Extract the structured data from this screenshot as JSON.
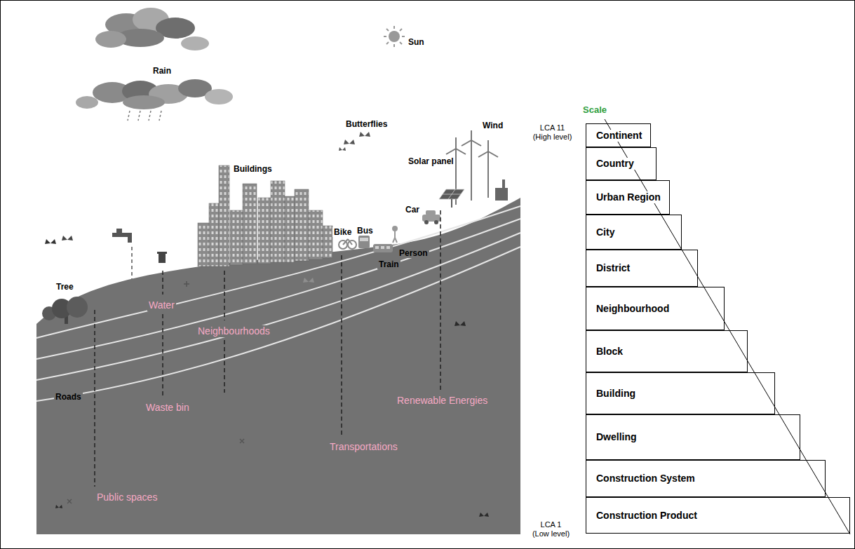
{
  "diagram": {
    "nodes": [
      {
        "text": [
          "Continent"
        ]
      },
      {
        "text": [
          "Country"
        ]
      },
      {
        "text": [
          "Urban Region"
        ]
      },
      {
        "text": [
          "City"
        ]
      },
      {
        "text": [
          "District"
        ]
      },
      {
        "text": [
          "Neighbourhood"
        ]
      },
      {
        "text": [
          "Block"
        ]
      },
      {
        "text": [
          "Building"
        ]
      },
      {
        "text": [
          "Dwelling"
        ]
      },
      {
        "text": [
          "Construction System"
        ]
      },
      {
        "text": [
          "Construction Product"
        ]
      }
    ],
    "labels": [
      "Sun",
      "Rain",
      "Butterflies",
      "Wind",
      "Buildings",
      "Solar panel",
      "Car",
      "Bike",
      "Bus",
      "Person",
      "Train",
      "Tree",
      "Water",
      "Neighbourhoods",
      "Roads",
      "Waste bin",
      "Renewable Energies",
      "Transportations",
      "Public spaces",
      "Scale",
      "LCA 11 (High level)",
      "LCA 1 (Low level)"
    ]
  }
}
